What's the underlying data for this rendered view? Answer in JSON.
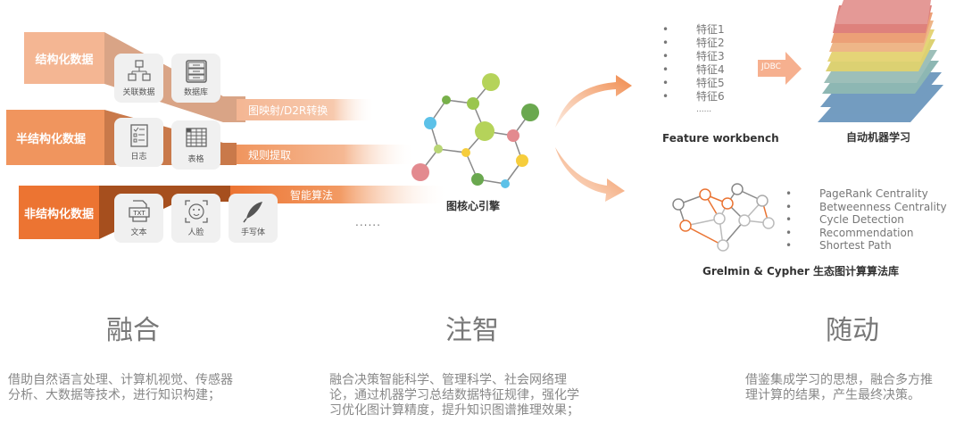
{
  "sources": {
    "structured": {
      "label": "结构化数据",
      "items": [
        {
          "icon": "hierarchy-folders-icon",
          "label": "关联数据"
        },
        {
          "icon": "database-icon",
          "label": "数据库"
        }
      ],
      "stream_label": "图映射/D2R转换"
    },
    "semi_structured": {
      "label": "半结构化数据",
      "items": [
        {
          "icon": "checklist-log-icon",
          "label": "日志"
        },
        {
          "icon": "table-grid-icon",
          "label": "表格"
        }
      ],
      "stream_label": "规则提取"
    },
    "unstructured": {
      "label": "非结构化数据",
      "items": [
        {
          "icon": "txt-file-icon",
          "label": "文本"
        },
        {
          "icon": "face-scan-icon",
          "label": "人脸"
        },
        {
          "icon": "feather-pen-icon",
          "label": "手写体"
        }
      ],
      "stream_label": "智能算法",
      "more": "......"
    }
  },
  "engine": {
    "label": "图核心引擎"
  },
  "feature_workbench": {
    "features": [
      "特征1",
      "特征2",
      "特征3",
      "特征4",
      "特征5",
      "特征6"
    ],
    "more": "......",
    "caption": "Feature workbench",
    "arrow_label": "JDBC"
  },
  "automl": {
    "caption": "自动机器学习"
  },
  "algorithms": {
    "items": [
      "PageRank Centrality",
      "Betweenness Centrality",
      "Cycle Detection",
      "Recommendation",
      "Shortest Path"
    ],
    "caption": "Grelmin & Cypher 生态图计算算法库"
  },
  "pillars": [
    {
      "title": "融合",
      "description_lines": [
        "借助自然语言处理、计算机视觉、传感器",
        "分析、大数据等技术，进行知识构建；"
      ]
    },
    {
      "title": "注智",
      "description_lines": [
        "融合决策智能科学、管理科学、社会网络理",
        "论，通过机器学习总结数据特征规律，强化学",
        "习优化图计算精度，提升知识图谱推理效果；"
      ]
    },
    {
      "title": "随动",
      "description_lines": [
        "借鉴集成学习的思想，融合多方推",
        "理计算的结果，产生最终决策。"
      ]
    }
  ],
  "colors": {
    "structured": "#f4b693",
    "structured_dark": "#d9a486",
    "semi": "#f0955e",
    "semi_dark": "#c9794a",
    "unstructured": "#ec7432",
    "unstructured_dark": "#a64f1e",
    "arrow": "#f29a63",
    "graph_orange": "#ea7433",
    "graph_gray": "#9a9a9a"
  }
}
